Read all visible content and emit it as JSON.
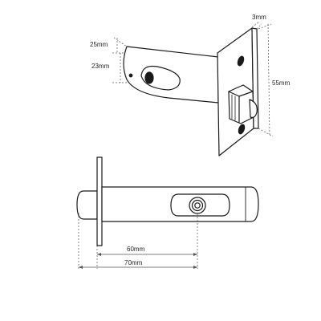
{
  "diagram": {
    "kind": "tubular latch technical drawing",
    "stroke_color": "#1a1a1a",
    "fill_color": "#ffffff",
    "dimension_labels": {
      "plate_thickness": "3mm",
      "plate_height": "55mm",
      "body_offset": "25mm",
      "body_height": "23mm",
      "backset_short": "60mm",
      "backset_long": "70mm"
    }
  }
}
